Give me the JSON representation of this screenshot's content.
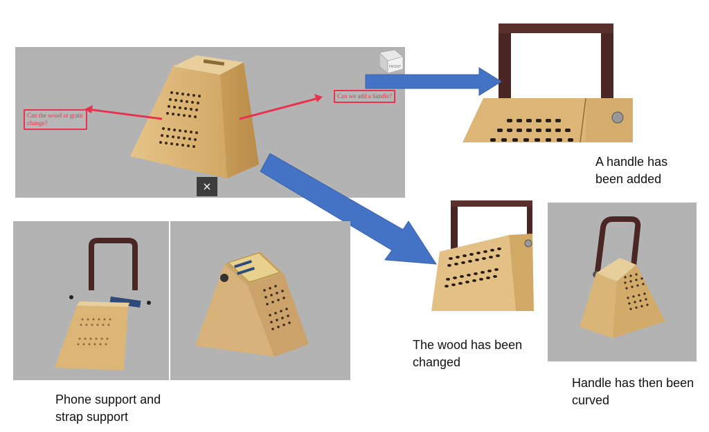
{
  "main_render": {
    "annotation_left": "Can the wood or grain change?",
    "annotation_right": "Can we add a handle?",
    "close_glyph": "×",
    "view_cube_label": "FRONT"
  },
  "captions": {
    "handle_added": "A handle has been added",
    "wood_changed": "The wood has been changed",
    "handle_curved": "Handle has then been curved",
    "phone_support": "Phone support and strap support"
  },
  "colors": {
    "panel_bg": "#b3b3b3",
    "wood": "#d9b170",
    "handle": "#4a2724",
    "red_arrow": "#e8334f",
    "blue_arrow": "#4472c4"
  }
}
